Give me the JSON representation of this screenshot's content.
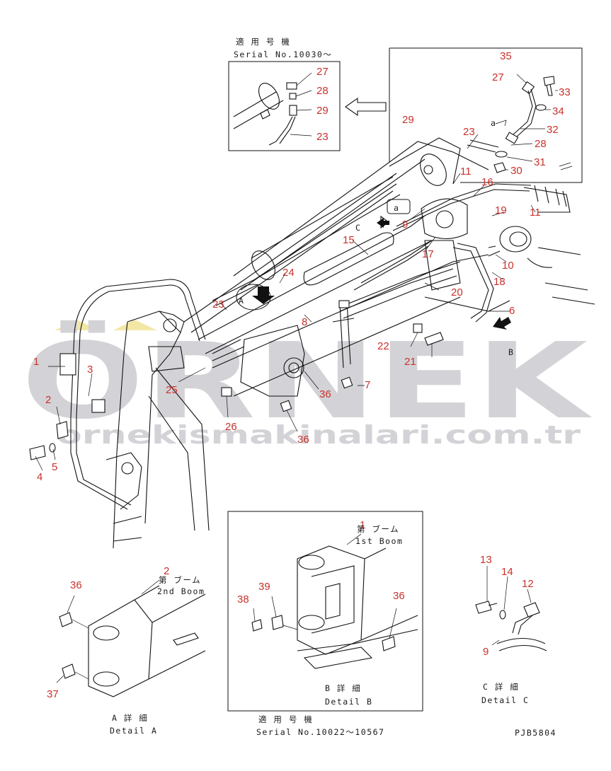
{
  "insets": {
    "top_left": {
      "title_jp": "適 用 号 機",
      "serial": "Serial No.10030～",
      "parts": [
        "27",
        "28",
        "29",
        "23"
      ]
    },
    "bottom_center": {
      "title_jp": "適 用 号 機",
      "serial": "Serial No.10022～10567",
      "detail_jp": "B 詳 細",
      "detail_en": "Detail B"
    }
  },
  "detail_labels": {
    "a_jp": "A 詳 細",
    "a_en": "Detail A",
    "c_jp": "C 詳 細",
    "c_en": "Detail C"
  },
  "boom_labels": {
    "first_jp": "第 ブーム",
    "first_en": "1st Boom",
    "second_jp": "第 ブーム",
    "second_en": "2nd Boom"
  },
  "view_markers": {
    "A": "A",
    "B": "B",
    "C": "C",
    "a": "a"
  },
  "callouts": [
    {
      "id": "c1",
      "label": "1"
    },
    {
      "id": "c2",
      "label": "2"
    },
    {
      "id": "c3",
      "label": "3"
    },
    {
      "id": "c4",
      "label": "4"
    },
    {
      "id": "c5",
      "label": "5"
    },
    {
      "id": "c6",
      "label": "6"
    },
    {
      "id": "c7",
      "label": "7"
    },
    {
      "id": "c8",
      "label": "8"
    },
    {
      "id": "c9",
      "label": "9"
    },
    {
      "id": "c10",
      "label": "10"
    },
    {
      "id": "c11a",
      "label": "11"
    },
    {
      "id": "c11b",
      "label": "11"
    },
    {
      "id": "c15",
      "label": "15"
    },
    {
      "id": "c16",
      "label": "16"
    },
    {
      "id": "c17",
      "label": "17"
    },
    {
      "id": "c18",
      "label": "18"
    },
    {
      "id": "c19",
      "label": "19"
    },
    {
      "id": "c20",
      "label": "20"
    },
    {
      "id": "c21",
      "label": "21"
    },
    {
      "id": "c22",
      "label": "22"
    },
    {
      "id": "c23a",
      "label": "23"
    },
    {
      "id": "c23b",
      "label": "23"
    },
    {
      "id": "c24",
      "label": "24"
    },
    {
      "id": "c25",
      "label": "25"
    },
    {
      "id": "c26",
      "label": "26"
    },
    {
      "id": "c27",
      "label": "27"
    },
    {
      "id": "c28",
      "label": "28"
    },
    {
      "id": "c29",
      "label": "29"
    },
    {
      "id": "c30",
      "label": "30"
    },
    {
      "id": "c31",
      "label": "31"
    },
    {
      "id": "c32",
      "label": "32"
    },
    {
      "id": "c33",
      "label": "33"
    },
    {
      "id": "c34",
      "label": "34"
    },
    {
      "id": "c35",
      "label": "35"
    },
    {
      "id": "c36a",
      "label": "36"
    },
    {
      "id": "c36b",
      "label": "36"
    },
    {
      "id": "c12",
      "label": "12"
    },
    {
      "id": "c13",
      "label": "13"
    },
    {
      "id": "c14",
      "label": "14"
    },
    {
      "id": "c9c",
      "label": "9"
    },
    {
      "id": "c36c",
      "label": "36"
    },
    {
      "id": "c37",
      "label": "37"
    },
    {
      "id": "c1b",
      "label": "1"
    },
    {
      "id": "c2b",
      "label": "2"
    },
    {
      "id": "c36d",
      "label": "36"
    },
    {
      "id": "c38",
      "label": "38"
    },
    {
      "id": "c39",
      "label": "39"
    }
  ],
  "drawing_code": "PJB5804",
  "watermark": {
    "brand": "ÖRNEK",
    "site": "ornekismakinalari.com.tr",
    "color": "#d3d3d7",
    "accent": "#f3e7a6"
  },
  "colors": {
    "callout": "#c8322c",
    "line": "#111111"
  }
}
